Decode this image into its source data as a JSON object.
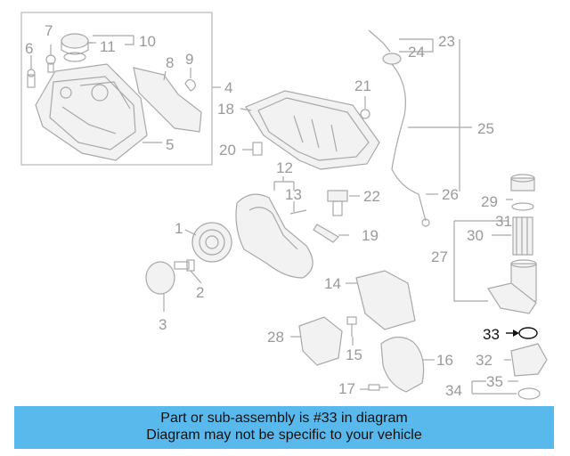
{
  "diagram": {
    "callouts": [
      "1",
      "2",
      "3",
      "4",
      "5",
      "6",
      "7",
      "8",
      "9",
      "10",
      "11",
      "12",
      "13",
      "14",
      "15",
      "16",
      "17",
      "18",
      "19",
      "20",
      "21",
      "22",
      "23",
      "24",
      "25",
      "26",
      "27",
      "28",
      "29",
      "30",
      "31",
      "32",
      "33",
      "34",
      "35"
    ],
    "highlighted_part": "33",
    "highlight_color": "#111111",
    "part_color": "#a8a8a8"
  },
  "banner": {
    "line1": "Part or sub-assembly is #33 in diagram",
    "line2": "Diagram may not be specific to your vehicle",
    "background": "#5ab9ec"
  }
}
